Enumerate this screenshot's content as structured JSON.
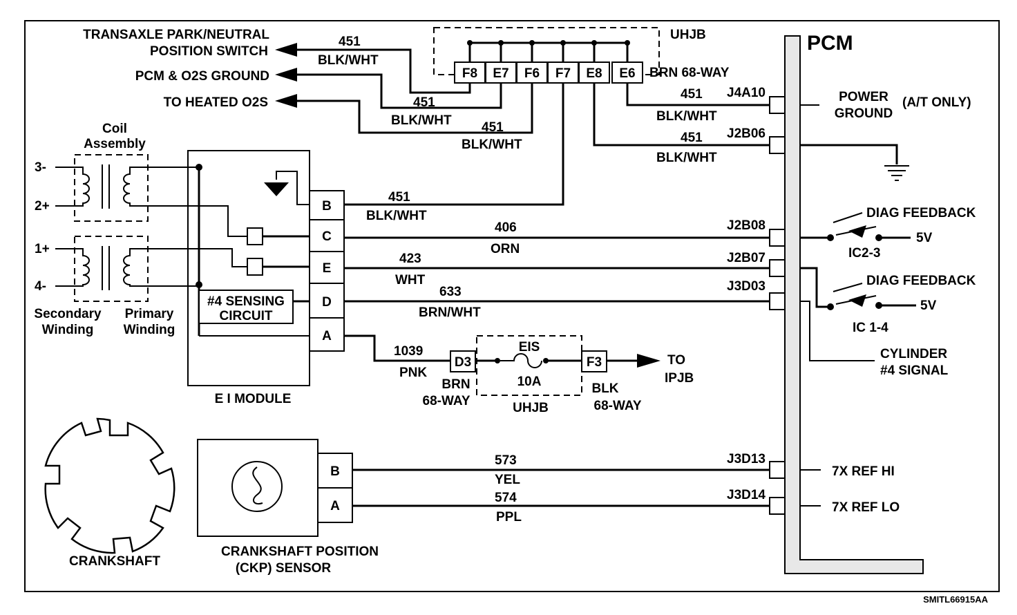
{
  "uhjb_top": {
    "label": "UHJB",
    "connector": "BRN 68-WAY",
    "pins": [
      "F8",
      "E7",
      "F6",
      "F7",
      "E8",
      "E6"
    ]
  },
  "destinations": {
    "park_neutral_1": "TRANSAXLE PARK/NEUTRAL",
    "park_neutral_2": "POSITION SWITCH",
    "pcm_o2s_ground": "PCM & O2S GROUND",
    "heated_o2s": "TO HEATED O2S"
  },
  "wires": {
    "w451": {
      "num": "451",
      "color": "BLK/WHT"
    },
    "w406": {
      "num": "406",
      "color": "ORN"
    },
    "w423": {
      "num": "423",
      "color": "WHT"
    },
    "w633": {
      "num": "633",
      "color": "BRN/WHT"
    },
    "w1039": {
      "num": "1039",
      "color": "PNK"
    },
    "w573": {
      "num": "573",
      "color": "YEL"
    },
    "w574": {
      "num": "574",
      "color": "PPL"
    }
  },
  "coil": {
    "title_1": "Coil",
    "title_2": "Assembly",
    "t3": "3-",
    "t2": "2+",
    "t1": "1+",
    "t4": "4-",
    "secondary_1": "Secondary",
    "secondary_2": "Winding",
    "primary_1": "Primary",
    "primary_2": "Winding"
  },
  "ei_module": {
    "label": "E I MODULE",
    "pins": [
      "B",
      "C",
      "E",
      "D",
      "A"
    ],
    "sensing_1": "#4 SENSING",
    "sensing_2": "CIRCUIT"
  },
  "fuse": {
    "d3": "D3",
    "brn": "BRN",
    "brn_way": "68-WAY",
    "eis": "EIS",
    "amps": "10A",
    "uhjb": "UHJB",
    "f3": "F3",
    "blk": "BLK",
    "blk_way": "68-WAY",
    "to": "TO",
    "ipjb": "IPJB"
  },
  "pcm": {
    "label": "PCM",
    "j4a10": "J4A10",
    "j2b06": "J2B06",
    "j2b08": "J2B08",
    "j2b07": "J2B07",
    "j3d03": "J3D03",
    "j3d13": "J3D13",
    "j3d14": "J3D14",
    "power_1": "POWER",
    "power_2": "GROUND",
    "at_only": "(A/T ONLY)",
    "diag_1": "DIAG FEEDBACK",
    "diag_2": "DIAG FEEDBACK",
    "ic23": "IC2-3",
    "ic14": "IC 1-4",
    "five_v_1": "5V",
    "five_v_2": "5V",
    "cyl_1": "CYLINDER",
    "cyl_2": "#4 SIGNAL",
    "ref_hi": "7X REF HI",
    "ref_lo": "7X REF LO"
  },
  "ckp": {
    "pins": [
      "B",
      "A"
    ],
    "label_1": "CRANKSHAFT POSITION",
    "label_2": "(CKP) SENSOR"
  },
  "crankshaft": {
    "label": "CRANKSHAFT"
  },
  "figure_id": "SMITL66915AA"
}
